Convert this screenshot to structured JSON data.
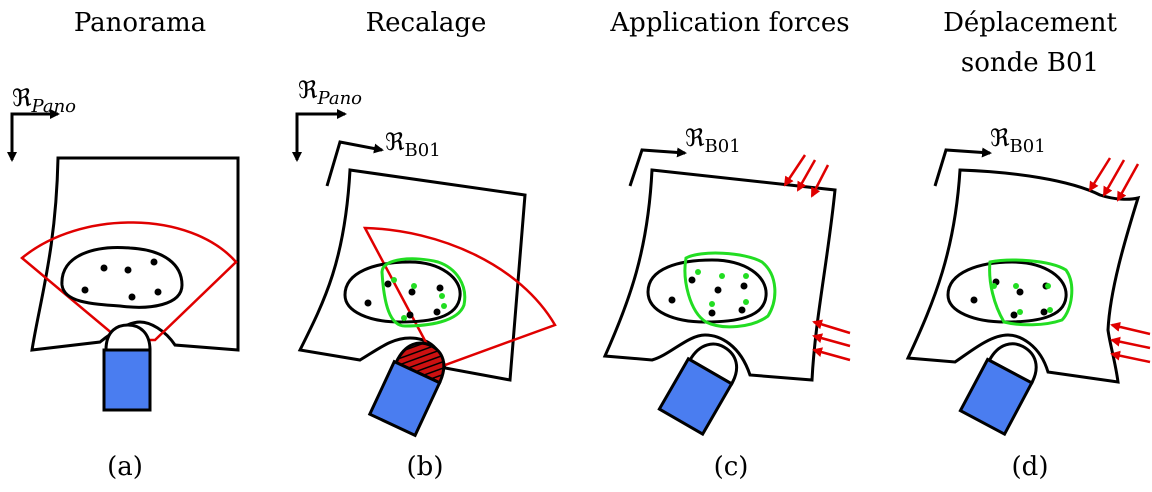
{
  "panels": [
    {
      "title": "Panorama",
      "frame": "ℜ",
      "frame_sub": "Pano",
      "caption": "(a)"
    },
    {
      "title": "Recalage",
      "frame": "ℜ",
      "frame_sub": "Pano",
      "frame2": "ℜ",
      "frame2_sub": "B01",
      "caption": "(b)"
    },
    {
      "title": "Application forces",
      "frame": "ℜ",
      "frame_sub": "B01",
      "caption": "(c)"
    },
    {
      "title_line1": "Déplacement",
      "title_line2": "sonde B01",
      "frame": "ℜ",
      "frame_sub": "B01",
      "caption": "(d)"
    }
  ],
  "colors": {
    "outline": "#000000",
    "sector": "#e00000",
    "registered": "#22dd22",
    "probe": "#4a7df0",
    "force": "#e00000",
    "contact": "#cc1111"
  }
}
